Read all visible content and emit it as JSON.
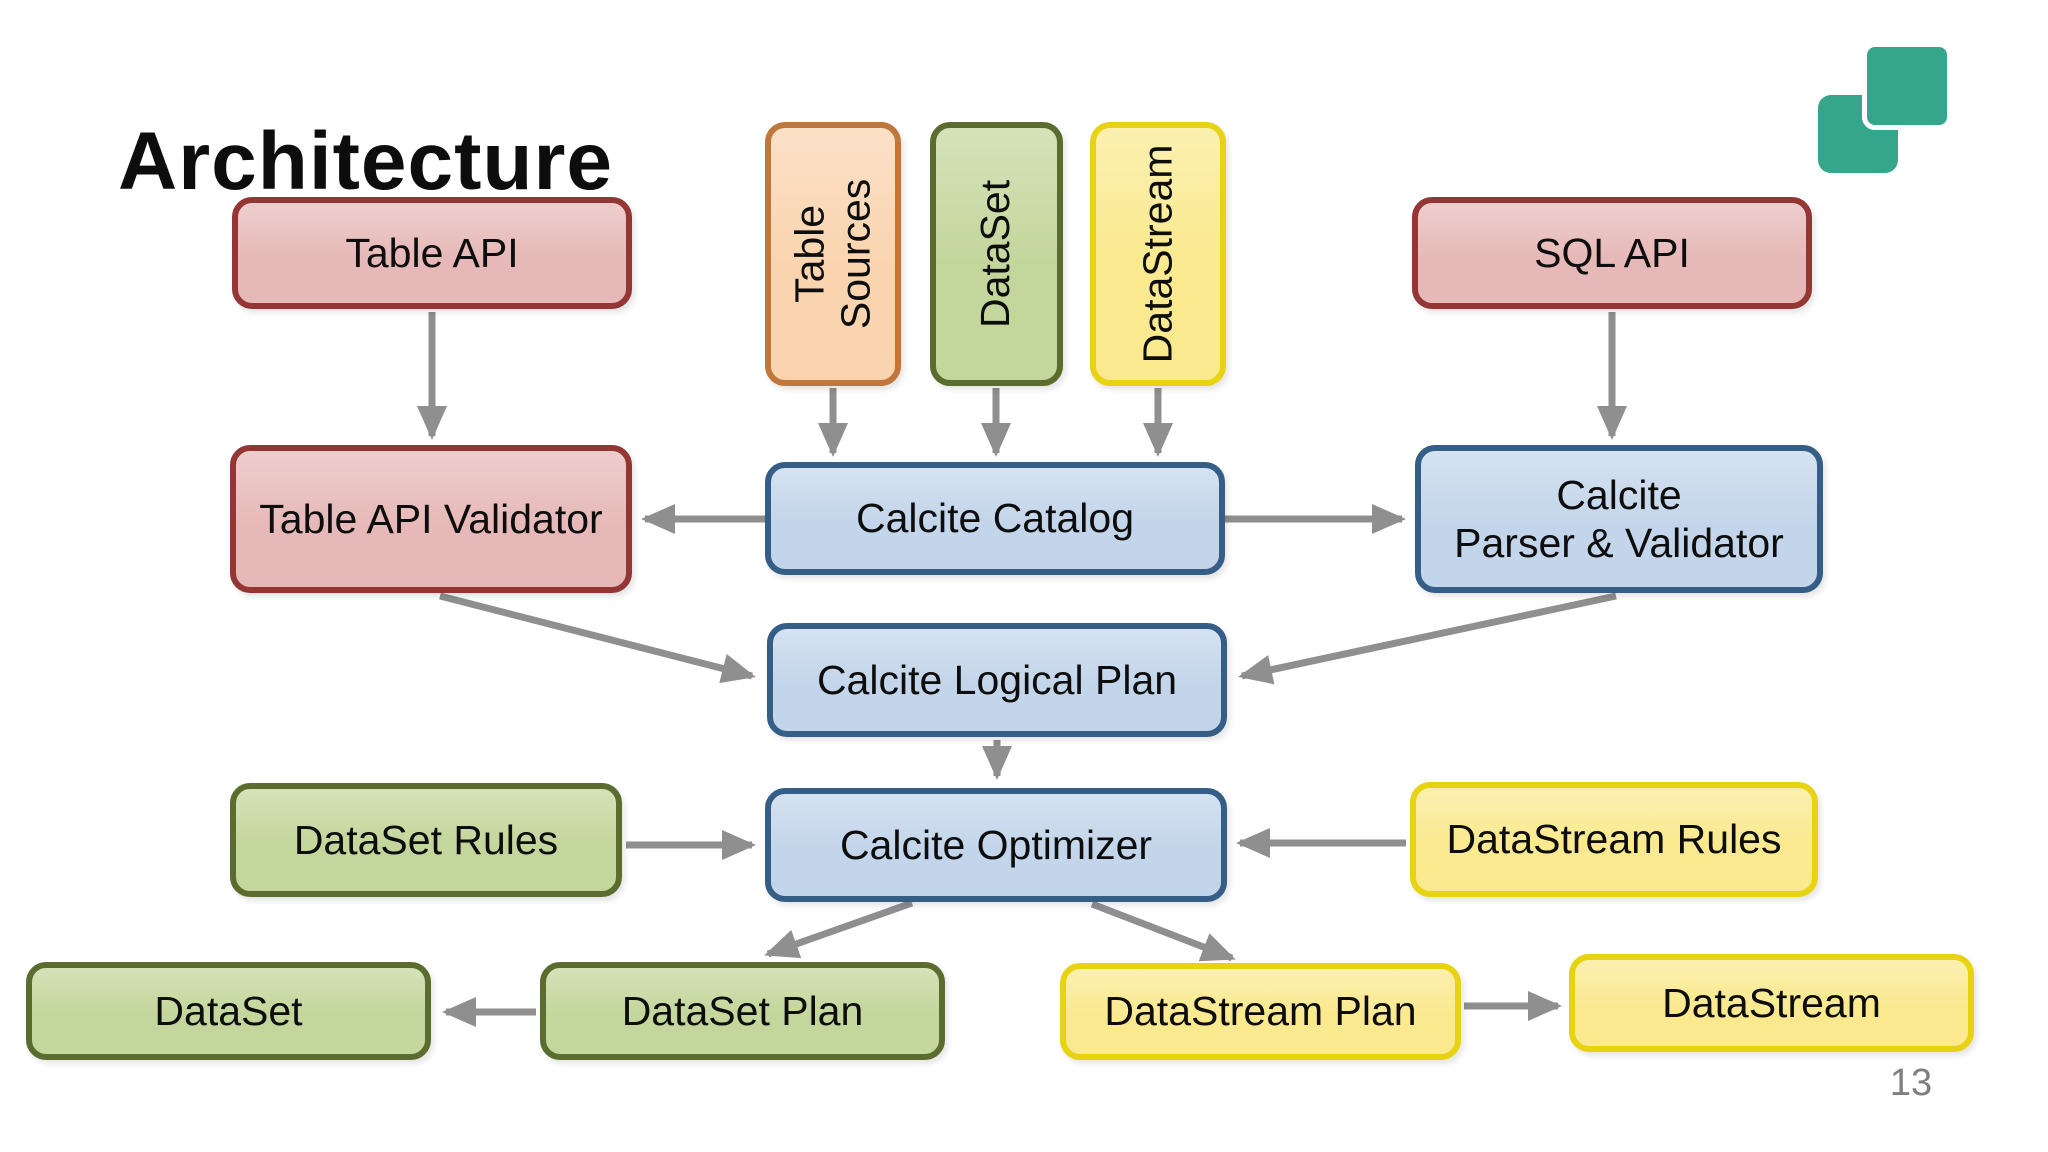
{
  "slide": {
    "title": "Architecture",
    "page_number": "13"
  },
  "nodes": {
    "table_api": {
      "label": "Table API",
      "color_role": "red"
    },
    "table_sources": {
      "label": "Table\nSources",
      "color_role": "orange",
      "orientation": "vertical"
    },
    "dataset_in": {
      "label": "DataSet",
      "color_role": "green",
      "orientation": "vertical"
    },
    "datastream_in": {
      "label": "DataStream",
      "color_role": "yellow",
      "orientation": "vertical"
    },
    "sql_api": {
      "label": "SQL API",
      "color_role": "red"
    },
    "table_api_validator": {
      "label": "Table API Validator",
      "color_role": "red"
    },
    "calcite_catalog": {
      "label": "Calcite Catalog",
      "color_role": "blue"
    },
    "calcite_parser_validator": {
      "label": "Calcite\nParser & Validator",
      "color_role": "blue"
    },
    "calcite_logical_plan": {
      "label": "Calcite Logical Plan",
      "color_role": "blue"
    },
    "dataset_rules": {
      "label": "DataSet Rules",
      "color_role": "green"
    },
    "calcite_optimizer": {
      "label": "Calcite Optimizer",
      "color_role": "blue"
    },
    "datastream_rules": {
      "label": "DataStream Rules",
      "color_role": "yellow"
    },
    "dataset_out": {
      "label": "DataSet",
      "color_role": "green"
    },
    "dataset_plan": {
      "label": "DataSet Plan",
      "color_role": "green"
    },
    "datastream_plan": {
      "label": "DataStream Plan",
      "color_role": "yellow"
    },
    "datastream_out": {
      "label": "DataStream",
      "color_role": "yellow"
    }
  },
  "edges": [
    {
      "from": "Table API",
      "to": "Table API Validator"
    },
    {
      "from": "Table Sources",
      "to": "Calcite Catalog"
    },
    {
      "from": "DataSet",
      "to": "Calcite Catalog"
    },
    {
      "from": "DataStream",
      "to": "Calcite Catalog"
    },
    {
      "from": "SQL API",
      "to": "Calcite Parser & Validator"
    },
    {
      "from": "Calcite Catalog",
      "to": "Table API Validator"
    },
    {
      "from": "Calcite Catalog",
      "to": "Calcite Parser & Validator"
    },
    {
      "from": "Table API Validator",
      "to": "Calcite Logical Plan"
    },
    {
      "from": "Calcite Parser & Validator",
      "to": "Calcite Logical Plan"
    },
    {
      "from": "Calcite Logical Plan",
      "to": "Calcite Optimizer"
    },
    {
      "from": "DataSet Rules",
      "to": "Calcite Optimizer"
    },
    {
      "from": "DataStream Rules",
      "to": "Calcite Optimizer"
    },
    {
      "from": "Calcite Optimizer",
      "to": "DataSet Plan"
    },
    {
      "from": "Calcite Optimizer",
      "to": "DataStream Plan"
    },
    {
      "from": "DataSet Plan",
      "to": "DataSet"
    },
    {
      "from": "DataStream Plan",
      "to": "DataStream"
    }
  ],
  "colors": {
    "red_fill": "#E6B9B8",
    "red_border": "#943634",
    "blue_fill": "#C3D5EA",
    "blue_border": "#355E87",
    "green_fill": "#C3D69B",
    "green_border": "#5B6D2E",
    "yellow_fill": "#FAE98E",
    "yellow_border": "#E8D312",
    "orange_fill": "#FAD4AF",
    "orange_border": "#C0773C",
    "arrow": "#8F8F8F",
    "logo_teal": "#35A58C",
    "page_number_gray": "#7F7F7F"
  },
  "icons": [
    {
      "name": "logo-square-back",
      "shape": "rounded-square",
      "color": "#35A58C"
    },
    {
      "name": "logo-square-front",
      "shape": "rounded-square",
      "color": "#35A58C"
    }
  ]
}
